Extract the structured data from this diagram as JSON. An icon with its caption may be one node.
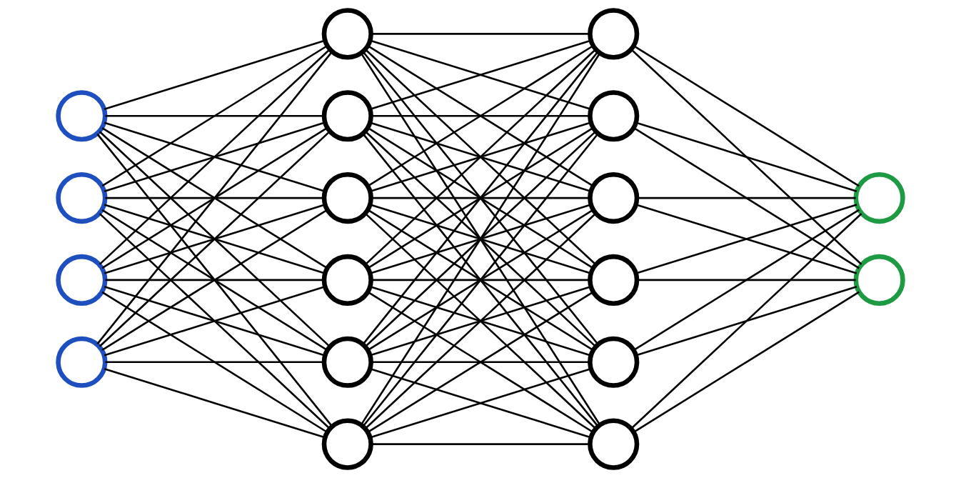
{
  "diagram": {
    "nodes": [
      {
        "text": [],
        "shape": "circle"
      },
      {
        "text": [],
        "shape": "circle"
      },
      {
        "text": [],
        "shape": "circle"
      },
      {
        "text": [],
        "shape": "circle"
      },
      {
        "text": [],
        "shape": "circle"
      },
      {
        "text": [],
        "shape": "circle"
      },
      {
        "text": [],
        "shape": "circle"
      },
      {
        "text": [],
        "shape": "circle"
      },
      {
        "text": [],
        "shape": "circle"
      },
      {
        "text": [],
        "shape": "circle"
      },
      {
        "text": [],
        "shape": "circle"
      },
      {
        "text": [],
        "shape": "circle"
      },
      {
        "text": [],
        "shape": "circle"
      },
      {
        "text": [],
        "shape": "circle"
      },
      {
        "text": [],
        "shape": "circle"
      },
      {
        "text": [],
        "shape": "circle"
      },
      {
        "text": [],
        "shape": "circle"
      },
      {
        "text": [],
        "shape": "circle"
      }
    ],
    "edges": [
      {
        "from": 0,
        "to": 4,
        "arrow": "none"
      },
      {
        "from": 0,
        "to": 5,
        "arrow": "none"
      },
      {
        "from": 0,
        "to": 6,
        "arrow": "none"
      },
      {
        "from": 0,
        "to": 7,
        "arrow": "none"
      },
      {
        "from": 0,
        "to": 8,
        "arrow": "none"
      },
      {
        "from": 0,
        "to": 9,
        "arrow": "none"
      },
      {
        "from": 1,
        "to": 4,
        "arrow": "none"
      },
      {
        "from": 1,
        "to": 5,
        "arrow": "none"
      },
      {
        "from": 1,
        "to": 6,
        "arrow": "none"
      },
      {
        "from": 1,
        "to": 7,
        "arrow": "none"
      },
      {
        "from": 1,
        "to": 8,
        "arrow": "none"
      },
      {
        "from": 1,
        "to": 9,
        "arrow": "none"
      },
      {
        "from": 2,
        "to": 4,
        "arrow": "none"
      },
      {
        "from": 2,
        "to": 5,
        "arrow": "none"
      },
      {
        "from": 2,
        "to": 6,
        "arrow": "none"
      },
      {
        "from": 2,
        "to": 7,
        "arrow": "none"
      },
      {
        "from": 2,
        "to": 8,
        "arrow": "none"
      },
      {
        "from": 2,
        "to": 9,
        "arrow": "none"
      },
      {
        "from": 3,
        "to": 4,
        "arrow": "none"
      },
      {
        "from": 3,
        "to": 5,
        "arrow": "none"
      },
      {
        "from": 3,
        "to": 6,
        "arrow": "none"
      },
      {
        "from": 3,
        "to": 7,
        "arrow": "none"
      },
      {
        "from": 3,
        "to": 8,
        "arrow": "none"
      },
      {
        "from": 3,
        "to": 9,
        "arrow": "none"
      },
      {
        "from": 4,
        "to": 10,
        "arrow": "none"
      },
      {
        "from": 4,
        "to": 11,
        "arrow": "none"
      },
      {
        "from": 4,
        "to": 12,
        "arrow": "none"
      },
      {
        "from": 4,
        "to": 13,
        "arrow": "none"
      },
      {
        "from": 4,
        "to": 14,
        "arrow": "none"
      },
      {
        "from": 4,
        "to": 15,
        "arrow": "none"
      },
      {
        "from": 5,
        "to": 10,
        "arrow": "none"
      },
      {
        "from": 5,
        "to": 11,
        "arrow": "none"
      },
      {
        "from": 5,
        "to": 12,
        "arrow": "none"
      },
      {
        "from": 5,
        "to": 13,
        "arrow": "none"
      },
      {
        "from": 5,
        "to": 14,
        "arrow": "none"
      },
      {
        "from": 5,
        "to": 15,
        "arrow": "none"
      },
      {
        "from": 6,
        "to": 10,
        "arrow": "none"
      },
      {
        "from": 6,
        "to": 11,
        "arrow": "none"
      },
      {
        "from": 6,
        "to": 12,
        "arrow": "none"
      },
      {
        "from": 6,
        "to": 13,
        "arrow": "none"
      },
      {
        "from": 6,
        "to": 14,
        "arrow": "none"
      },
      {
        "from": 6,
        "to": 15,
        "arrow": "none"
      },
      {
        "from": 7,
        "to": 10,
        "arrow": "none"
      },
      {
        "from": 7,
        "to": 11,
        "arrow": "none"
      },
      {
        "from": 7,
        "to": 12,
        "arrow": "none"
      },
      {
        "from": 7,
        "to": 13,
        "arrow": "none"
      },
      {
        "from": 7,
        "to": 14,
        "arrow": "none"
      },
      {
        "from": 7,
        "to": 15,
        "arrow": "none"
      },
      {
        "from": 8,
        "to": 10,
        "arrow": "none"
      },
      {
        "from": 8,
        "to": 11,
        "arrow": "none"
      },
      {
        "from": 8,
        "to": 12,
        "arrow": "none"
      },
      {
        "from": 8,
        "to": 13,
        "arrow": "none"
      },
      {
        "from": 8,
        "to": 14,
        "arrow": "none"
      },
      {
        "from": 8,
        "to": 15,
        "arrow": "none"
      },
      {
        "from": 9,
        "to": 10,
        "arrow": "none"
      },
      {
        "from": 9,
        "to": 11,
        "arrow": "none"
      },
      {
        "from": 9,
        "to": 12,
        "arrow": "none"
      },
      {
        "from": 9,
        "to": 13,
        "arrow": "none"
      },
      {
        "from": 9,
        "to": 14,
        "arrow": "none"
      },
      {
        "from": 9,
        "to": 15,
        "arrow": "none"
      },
      {
        "from": 10,
        "to": 16,
        "arrow": "none"
      },
      {
        "from": 10,
        "to": 17,
        "arrow": "none"
      },
      {
        "from": 11,
        "to": 16,
        "arrow": "none"
      },
      {
        "from": 11,
        "to": 17,
        "arrow": "none"
      },
      {
        "from": 12,
        "to": 16,
        "arrow": "none"
      },
      {
        "from": 12,
        "to": 17,
        "arrow": "none"
      },
      {
        "from": 13,
        "to": 16,
        "arrow": "none"
      },
      {
        "from": 13,
        "to": 17,
        "arrow": "none"
      },
      {
        "from": 14,
        "to": 16,
        "arrow": "none"
      },
      {
        "from": 14,
        "to": 17,
        "arrow": "none"
      },
      {
        "from": 15,
        "to": 16,
        "arrow": "none"
      },
      {
        "from": 15,
        "to": 17,
        "arrow": "none"
      }
    ]
  }
}
